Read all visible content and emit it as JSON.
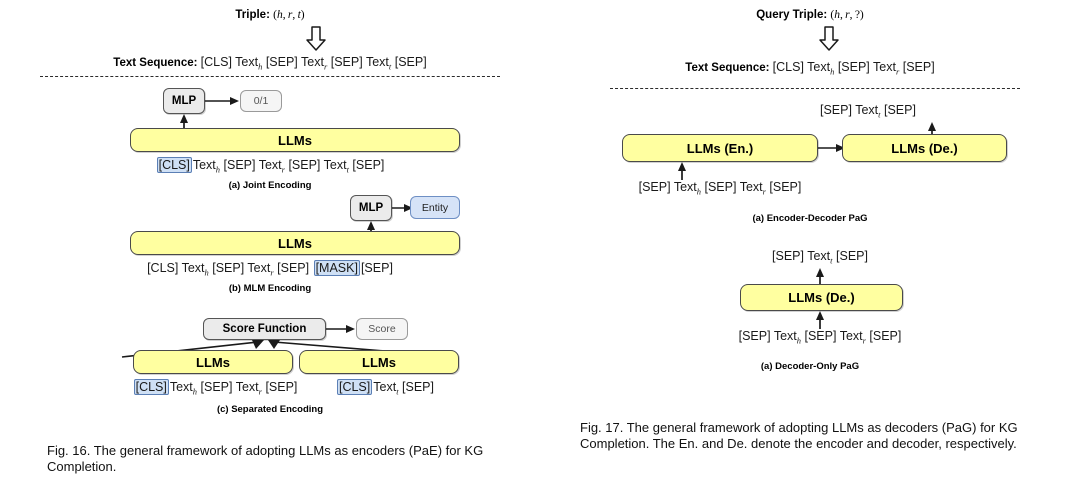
{
  "figure_left": {
    "top": {
      "triple_label": "Triple:",
      "triple_value": "(h, r, t)",
      "text_sequence_label": "Text Sequence:",
      "text_sequence_value": "[CLS] Text_h [SEP] Text_r [SEP] Text_t [SEP]",
      "arrow_icon": "down-block-arrow-icon"
    },
    "panel_a": {
      "mlp_label": "MLP",
      "output_label": "0/1",
      "llm_label": "LLMs",
      "input_highlight": "[CLS]",
      "input_rest": "Text_h [SEP] Text_r [SEP] Text_t [SEP]",
      "caption": "(a) Joint Encoding"
    },
    "panel_b": {
      "mlp_label": "MLP",
      "output_label": "Entity",
      "llm_label": "LLMs",
      "input_pre": "[CLS] Text_h [SEP] Text_r [SEP]",
      "input_highlight": "[MASK]",
      "input_post": "[SEP]",
      "caption": "(b) MLM Encoding"
    },
    "panel_c": {
      "score_function_label": "Score Function",
      "score_output_label": "Score",
      "llm_left_label": "LLMs",
      "llm_right_label": "LLMs",
      "input_left_highlight": "[CLS]",
      "input_left_rest": "Text_h [SEP] Text_r [SEP]",
      "input_right_highlight": "[CLS]",
      "input_right_rest": "Text_t [SEP]",
      "caption": "(c) Separated Encoding"
    },
    "figure_caption": "Fig. 16. The general framework of adopting LLMs as encoders (PaE) for KG Completion."
  },
  "figure_right": {
    "top": {
      "triple_label": "Query Triple:",
      "triple_value": "(h, r, ?)",
      "text_sequence_label": "Text Sequence:",
      "text_sequence_value": "[CLS] Text_h [SEP] Text_r [SEP]",
      "arrow_icon": "down-block-arrow-icon"
    },
    "panel_a": {
      "encoder_label": "LLMs (En.)",
      "decoder_label": "LLMs (De.)",
      "output_label": "[SEP] Text_t [SEP]",
      "input_label": "[SEP] Text_h [SEP] Text_r [SEP]",
      "caption": "(a) Encoder-Decoder PaG"
    },
    "panel_b": {
      "decoder_label": "LLMs (De.)",
      "output_label": "[SEP] Text_t [SEP]",
      "input_label": "[SEP] Text_h [SEP] Text_r [SEP]",
      "caption": "(a) Decoder-Only PaG"
    },
    "figure_caption": "Fig. 17. The general framework of adopting LLMs as decoders (PaG) for KG Completion. The En. and De. denote the encoder and decoder, respectively."
  },
  "colors": {
    "llm_fill": "#ffffa0",
    "llm_stroke": "#4a4a4a",
    "gray_fill": "#ebebeb",
    "blue_fill": "#d6e3f7",
    "blue_stroke": "#6e8fc4",
    "line": "#1a1a1a"
  }
}
